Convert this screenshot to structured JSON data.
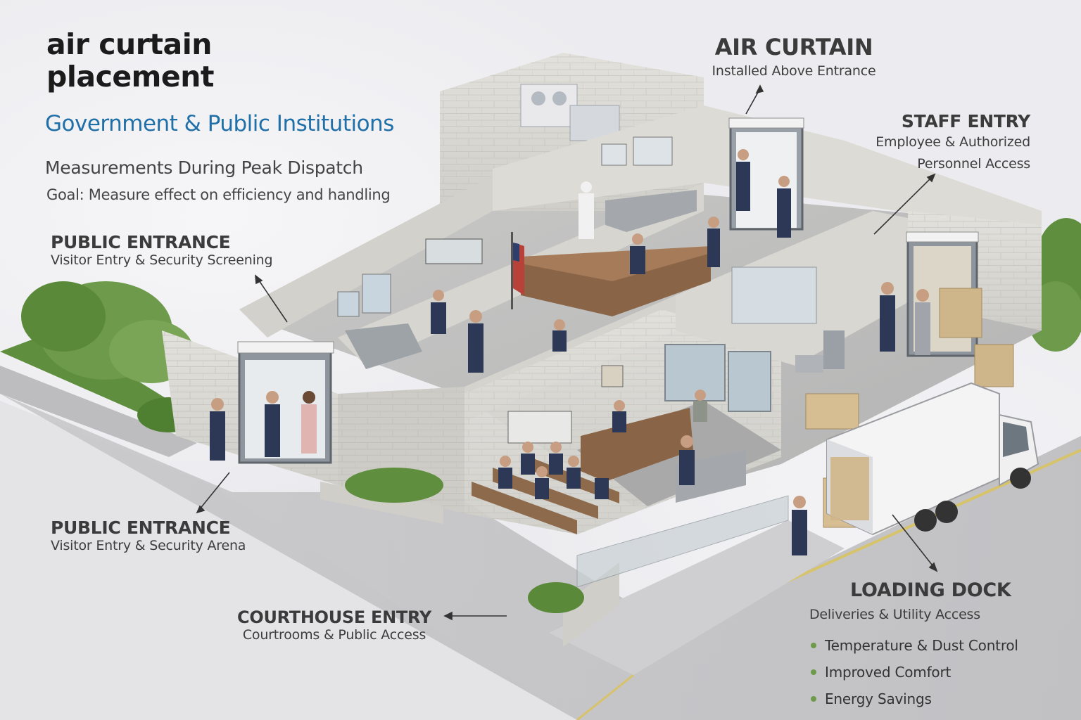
{
  "header": {
    "title_line1": "air curtain",
    "title_line2": "placement",
    "subtitle": "Government & Public Institutions",
    "measurements": "Measurements During Peak Dispatch",
    "goal": "Goal: Measure effect on efficiency and handling"
  },
  "callouts": {
    "air_curtain": {
      "title": "AIR CURTAIN",
      "desc": "Installed Above Entrance"
    },
    "staff_entry": {
      "title": "STAFF ENTRY",
      "desc_line1": "Employee & Authorized",
      "desc_line2": "Personnel Access"
    },
    "public_entrance_top": {
      "title": "PUBLIC ENTRANCE",
      "desc": "Visitor Entry & Security Screening"
    },
    "public_entrance_bottom": {
      "title": "PUBLIC ENTRANCE",
      "desc": "Visitor Entry & Security Arena"
    },
    "courthouse_entry": {
      "title": "COURTHOUSE ENTRY",
      "desc": "Courtrooms & Public Access"
    },
    "loading_dock": {
      "title": "LOADING DOCK",
      "desc": "Deliveries & Utility Access",
      "benefits": [
        "Temperature & Dust Control",
        "Improved Comfort",
        "Energy Savings"
      ]
    }
  },
  "colors": {
    "wall": "#d9d8d3",
    "wall_shade": "#c4c3bd",
    "floor": "#bfbfbe",
    "accent_blue": "#1f6fa8",
    "foliage": "#5f8f3e",
    "uniform": "#2c3856",
    "wood": "#8a6447"
  }
}
